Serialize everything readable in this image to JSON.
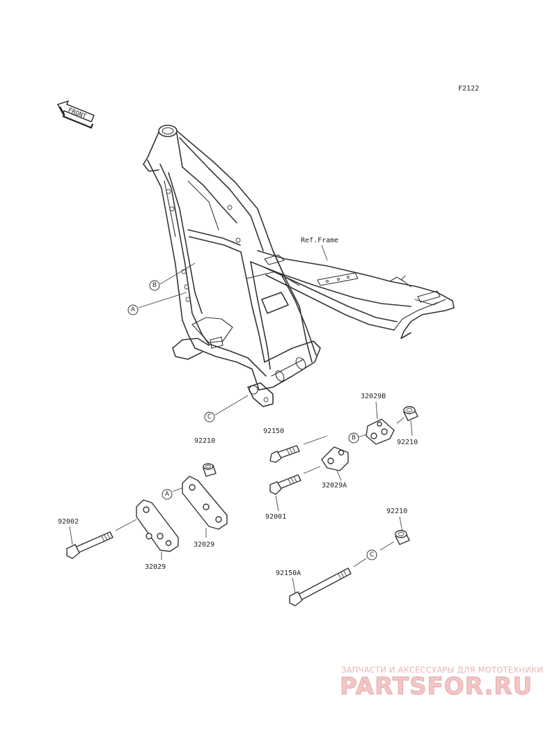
{
  "figure_code": "F2122",
  "front_marker": "FRONT",
  "ref_frame_label": "Ref.Frame",
  "callout_letters": {
    "a": "A",
    "b": "B",
    "c": "C"
  },
  "parts": {
    "p92210_top": "92210",
    "p92150": "92150",
    "p32029B": "32029B",
    "p92210_right": "92210",
    "p32029A": "32029A",
    "p92001": "92001",
    "p92002": "92002",
    "p32029_left": "32029",
    "p32029_right": "32029",
    "p92210_low": "92210",
    "p92150A": "92150A"
  },
  "watermark": {
    "tagline": "ЗАПЧАСТИ И АКСЕССУАРЫ ДЛЯ МОТОТЕХНИКИ",
    "brand": "PARTSFOR.RU"
  }
}
